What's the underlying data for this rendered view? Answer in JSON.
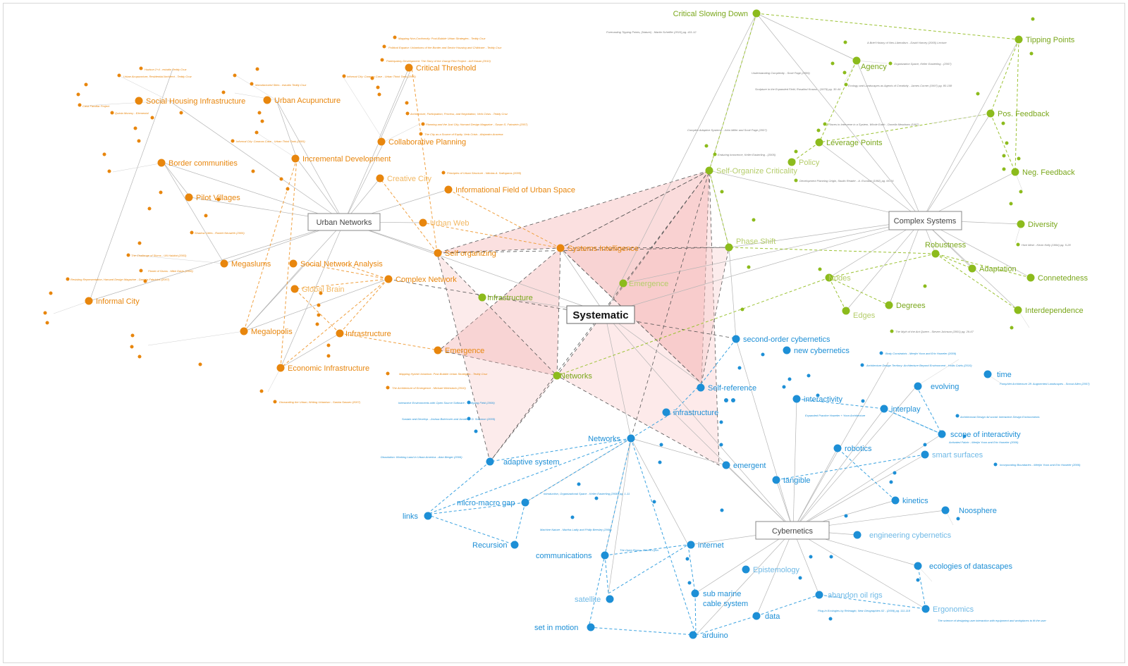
{
  "colors": {
    "orange": "#e8860d",
    "green": "#8cbb1c",
    "blue": "#1d8fd6",
    "pink": "#f4b0b0",
    "edge": "#b8b8b8"
  },
  "center": {
    "label": "Systematic"
  },
  "hubs": {
    "urban_networks": "Urban Networks",
    "complex_systems": "Complex Systems",
    "cybernetics": "Cybernetics"
  },
  "orange_nodes": [
    "Critical Threshold",
    "Social Housing Infrastructure",
    "Urban Acupuncture",
    "Collaborative Planning",
    "Incremental Development",
    "Border communities",
    "Creative City",
    "Informational Field of Urban Space",
    "Pilot Villages",
    "Urban Web",
    "Self organizing",
    "Systems Intelligence",
    "Megaslums",
    "Social Network Analysis",
    "Complex Network",
    "Global Brain",
    "Informal City",
    "Megalopolis",
    "Infrastructure",
    "Emergence",
    "Economic Infrastructure"
  ],
  "green_nodes": [
    "Critical Slowing Down",
    "Tipping Points",
    "Agency",
    "Pos. Feedback",
    "Leverage Points",
    "Policy",
    "Self-Organize Criticality",
    "Neg. Feedback",
    "Diversity",
    "Phase Shift",
    "Robustness",
    "Adaptation",
    "Nodes",
    "Connetedness",
    "Emergence",
    "Infrastructure",
    "Degrees",
    "Edges",
    "Interdependence",
    "Networks"
  ],
  "blue_nodes": [
    "second-order cybernetics",
    "new cybernetics",
    "time",
    "evolving",
    "Self-reference",
    "interactivity",
    "interplay",
    "infrastructure",
    "scope of interactivity",
    "robotics",
    "Networks",
    "smart surfaces",
    "adaptive system",
    "emergent",
    "tangible",
    "kinetics",
    "micro-macro gap",
    "links",
    "Noosphere",
    "Recursion",
    "engineering cybernetics",
    "internet",
    "communications",
    "ecologies of datascapes",
    "Epistemology",
    "sub marine",
    "cable system",
    "abandon oil rigs",
    "satellite",
    "data",
    "Ergonomics",
    "set in motion",
    "arduino"
  ],
  "references": [
    "Mapping Non-Conformity: Post-Bubble Urban Strategies - Teddy Cruz",
    "Political Equator: Urbanisms of the Border and Senior Housing and Childcare - Teddy Cruz",
    "Participatory Development: The Story of the Orangi Pilot Project - Arif Hasan (2010)",
    "Hudson 2+4 - estudio Teddy Cruz",
    "Urban Acupuncture, Residential Architect - Teddy Cruz",
    "Manufactured Sites - estudio Teddy Cruz",
    "Informal City: Caracas Case - Urban Think Tank (2005)",
    "Casa Familiar Project",
    "Quinta Monroy - Elemental",
    "Architecture, Participation, Process, and Negotiation, Verb Crisis - Teddy Cruz",
    "Planning and the Just City, Harvard Design Magazine - Susan S. Fainstein (2007)",
    "The City as a Source of Equity, Verb Crisis - Alejandro Aravena",
    "Principles of Urban Structure - Nikolas A. Salingaros (2005)",
    "Informal City: Caracas Case - Urban Think Tank (2005)",
    "Shadow Cities - Robert Neuwirth (2005)",
    "The Challenge of Slums - UN Habitat (2003)",
    "Planet of Slums - Mike Davis (2006)",
    "Resisting Representation, Harvard Design Magazine - Daniela Fabricius (2007)",
    "Mapping Hybrid Urbanism: Post-Bubble Urban Strategies - Teddy Cruz",
    "The Architecture of Emergence - Michael Weinstock (2010)",
    "Dismantling the Urban, Writing Urbanism - Saskia Sassen (2007)",
    "Forecasting Tipping Points, (Nature) - Martin Scheffer (2010) pg. 411-12",
    "A Brief History of Neo-Liberalism - David Harvey (2005) Lecture",
    "Organization Space, Keller Easterling - (2007)",
    "Understanding Complexity - Scott Page (2009)",
    "Sculpture in the Expanded Field, Rosalind Krauss - (1979) pg. 30-44",
    "Ecology and Landscapes as Agents of Creativity - James Corner (1997) pg. 80-108",
    "Complex Adaptive Systems - John Miller and Scott Page (2007)",
    "Places to Intervene in a System, Whole Earth - Donella Meadows (1997)",
    "Enduring Innocence, Keller Easterling - (2005)",
    "Development Planning Origin, Studio Reader - A. Escobar (1992) pg. 66-74",
    "Hive Mind - Kevin Kelly (1994) pg. 5-28",
    "The Myth of the Ant Queen - Steven Johnson (2001) pg. 29-67",
    "Body Constraints - Meejin Yoon and Eric Howeler (2009)",
    "Architecture Design Territory: Architecture Beyond Environment - Hollis Cairls (2010)",
    "Pamphlet Architecture 28: Augmented Landscapes - Smout Allen (2007)",
    "Expanded Practice Howeler + Yoon Architecture",
    "Architectural Design 4d social: Interactive Design Environments",
    "Activated Fabric - Meejin Yoon and Eric Howeler (2009)",
    "Incorporating Boundaries - Meejin Yoon and Eric Howeler (2009)",
    "Interactive Environments with Open Source Software - Wolfgang Fiebl (2009)",
    "Sustain and Develop - Joshua Bolchover and Jonathan D. Solomon (2005)",
    "Dissolution: Working Land in Urban America - Alan Berger (2006)",
    "Introduction, Organizational Space - Keller Easterling (2008) pg. 1-11",
    "Machine Nature - Martha Ladly and Philip Beesley (2008)",
    "The Open Room - Barrett Lyon",
    "Plug-In Ecologies by Reimagin, New Geographies 02 - (2009) pg. 111-118",
    "The science of designing user interaction with equipment and workplaces to fit the user"
  ]
}
